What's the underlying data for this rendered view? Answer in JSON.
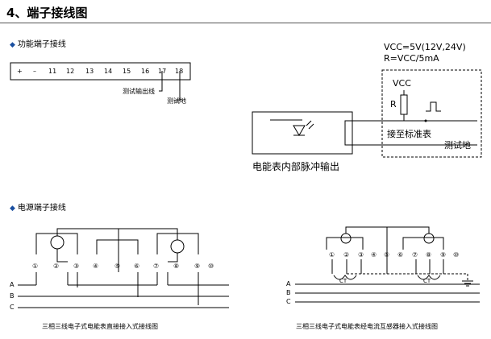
{
  "title": "4、端子接线图",
  "function_section": {
    "heading": "功能端子接线",
    "terminal_labels": [
      "+",
      "–",
      "11",
      "12",
      "13",
      "14",
      "15",
      "16",
      "17",
      "18"
    ],
    "pointer_17": "测试输出线",
    "pointer_18": "测试地"
  },
  "pulse_circuit": {
    "vcc_spec": "VCC=5V(12V,24V)",
    "r_spec": "R=VCC/5mA",
    "vcc_label": "VCC",
    "r_label": "R",
    "to_meter": "接至标准表",
    "test_ground": "测试地",
    "caption": "电能表内部脉冲输出"
  },
  "power_section": {
    "heading": "电源端子接线",
    "direct": {
      "terminals": [
        "①",
        "②",
        "③",
        "④",
        "⑤",
        "⑥",
        "⑦",
        "⑧",
        "⑨",
        "⑩"
      ],
      "phases": [
        "A",
        "B",
        "C"
      ],
      "caption": "三相三线电子式电能表直接接入式接线图"
    },
    "ct": {
      "terminals": [
        "①",
        "②",
        "③",
        "④",
        "⑤",
        "⑥",
        "⑦",
        "⑧",
        "⑨",
        "⑩"
      ],
      "phases": [
        "A",
        "B",
        "C"
      ],
      "ct_labels": [
        "CT",
        "CT"
      ],
      "caption": "三相三线电子式电能表经电流互感器接入式接线图"
    }
  },
  "colors": {
    "accent": "#1a4fa0",
    "line": "#000000"
  }
}
